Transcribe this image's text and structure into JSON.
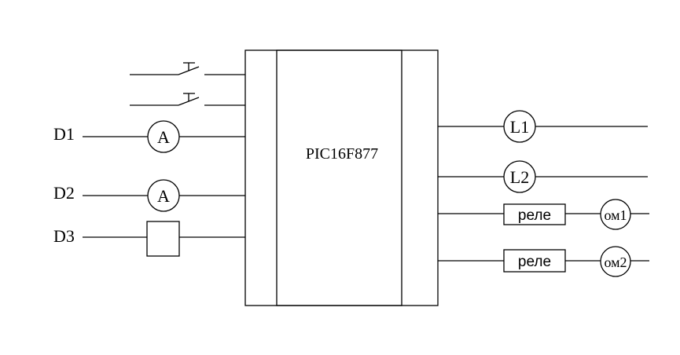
{
  "chip": {
    "label": "PIC16F877"
  },
  "inputs": {
    "d1": "D1",
    "d2": "D2",
    "d3": "D3",
    "sensor_a1": "A",
    "sensor_a2": "A"
  },
  "outputs": {
    "lamp1": "L1",
    "lamp2": "L2",
    "relay1": "реле",
    "relay2": "реле",
    "load1": "ом1",
    "load2": "ом2"
  }
}
